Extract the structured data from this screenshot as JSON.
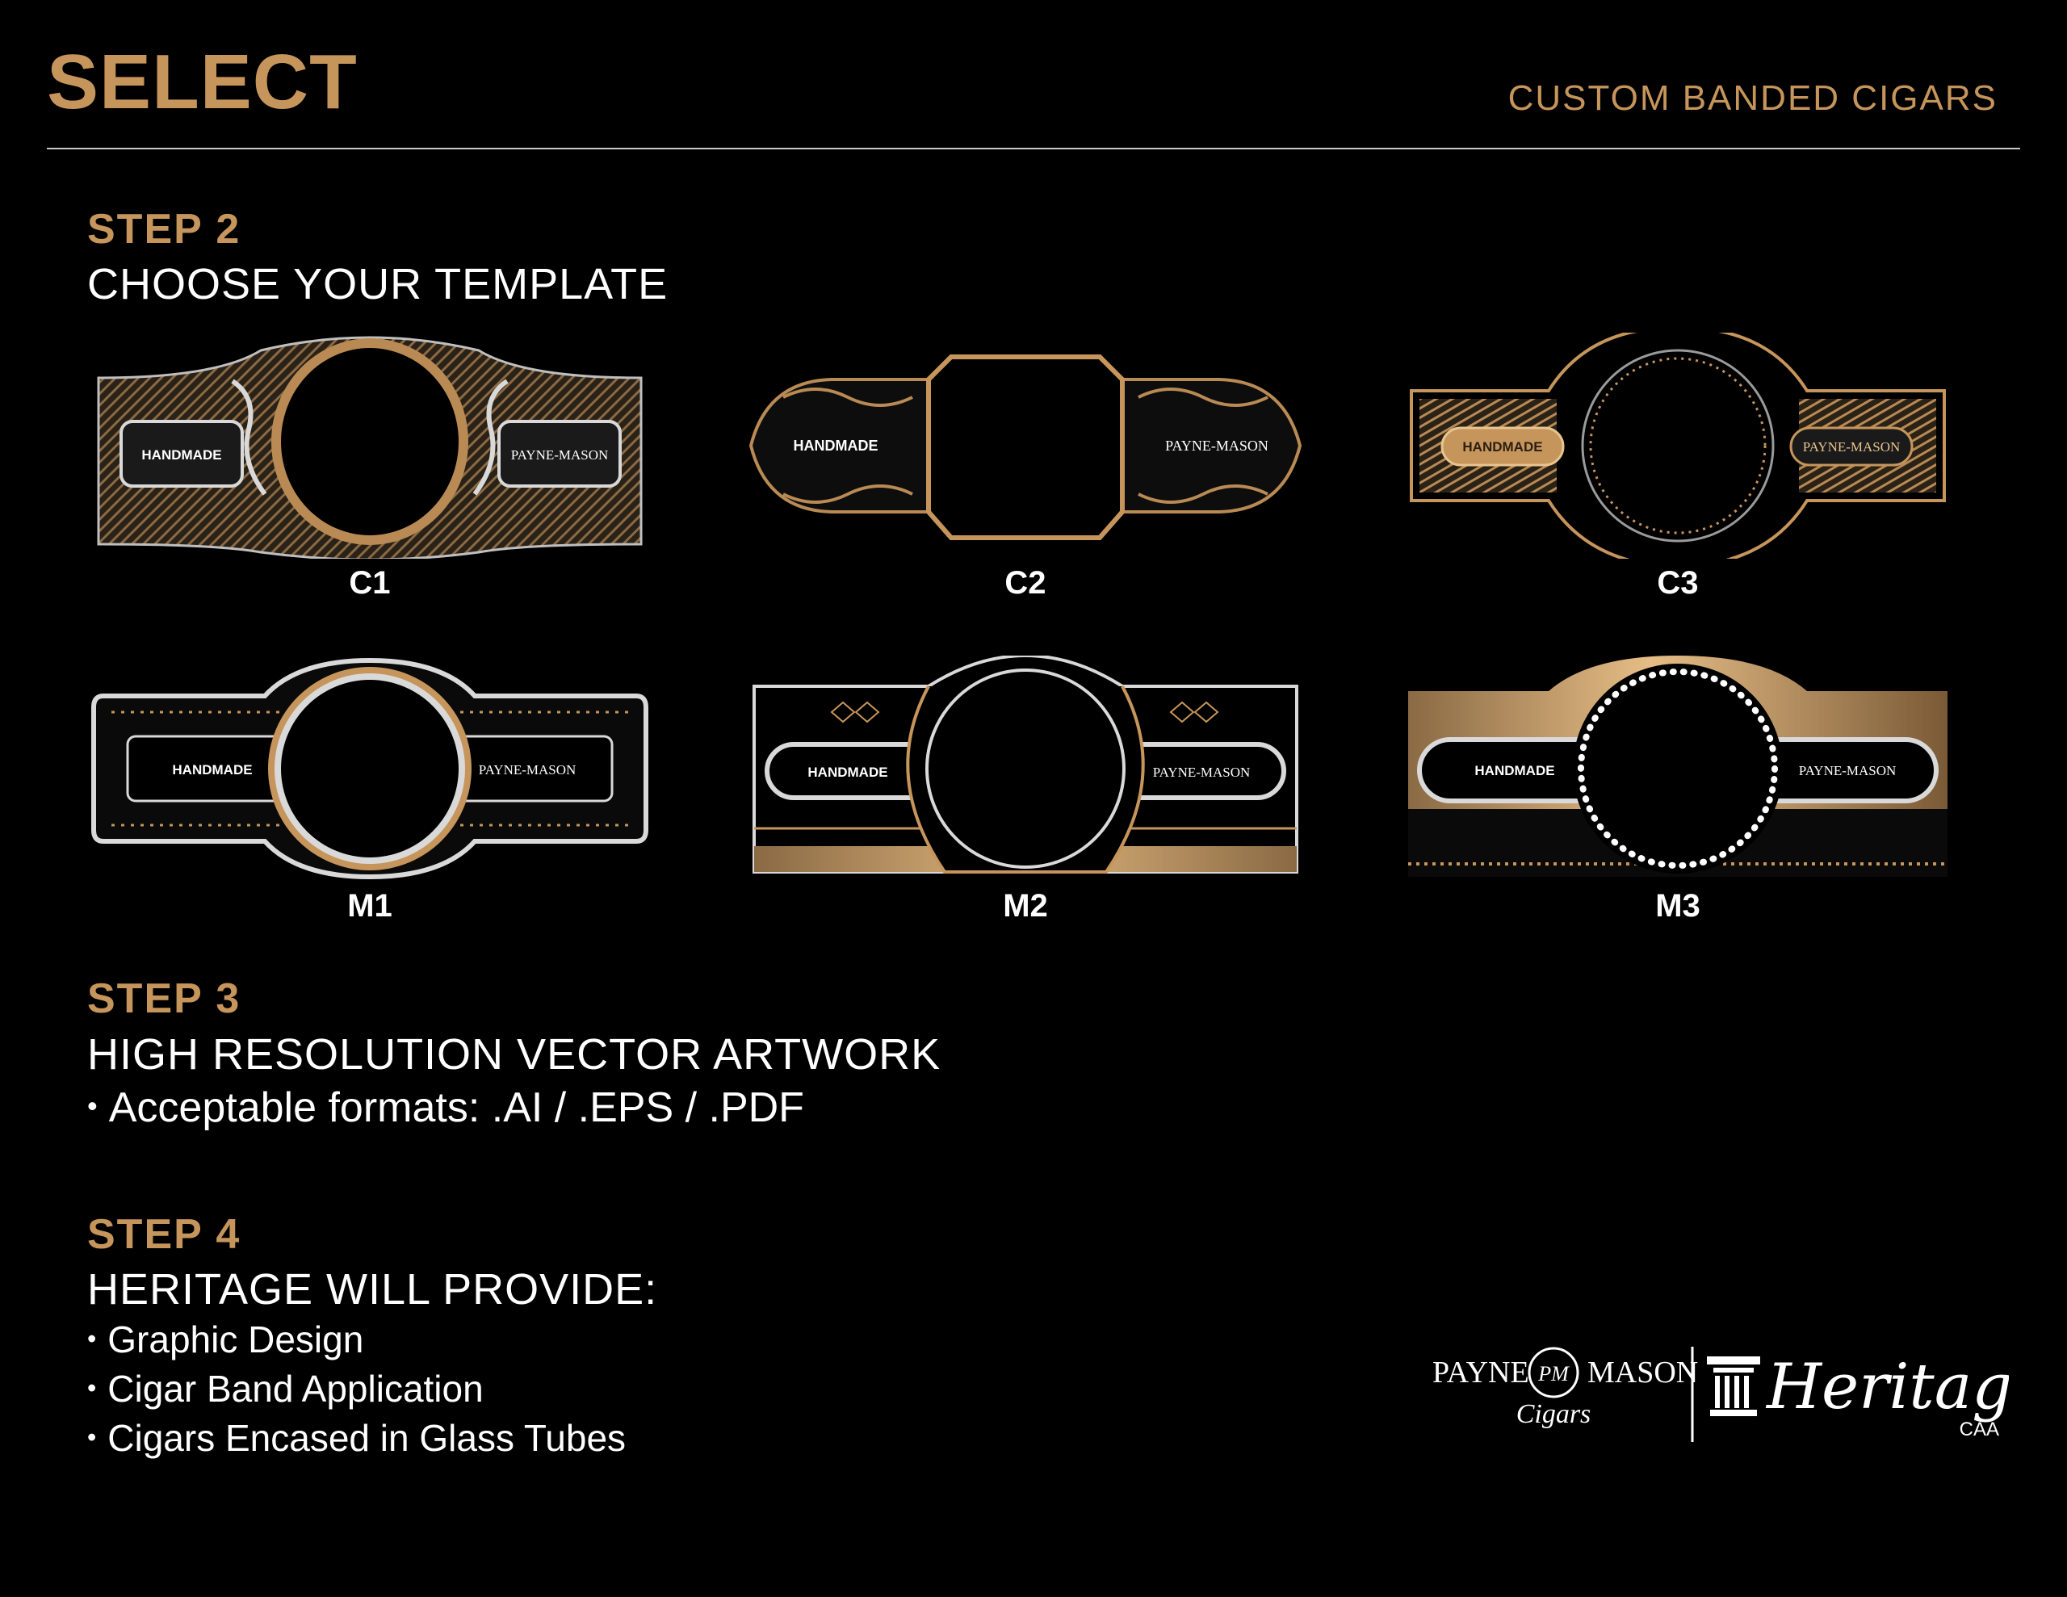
{
  "header": {
    "brand": "SELECT",
    "subtitle": "CUSTOM BANDED CIGARS"
  },
  "step2": {
    "label": "STEP 2",
    "heading": "CHOOSE YOUR TEMPLATE",
    "templates": [
      {
        "code": "C1",
        "left_text": "HANDMADE",
        "right_text": "PAYNE-MASON"
      },
      {
        "code": "C2",
        "left_text": "HANDMADE",
        "right_text": "PAYNE-MASON"
      },
      {
        "code": "C3",
        "left_text": "HANDMADE",
        "right_text": "PAYNE-MASON"
      },
      {
        "code": "M1",
        "left_text": "HANDMADE",
        "right_text": "PAYNE-MASON"
      },
      {
        "code": "M2",
        "left_text": "HANDMADE",
        "right_text": "PAYNE-MASON"
      },
      {
        "code": "M3",
        "left_text": "HANDMADE",
        "right_text": "PAYNE-MASON"
      }
    ]
  },
  "step3": {
    "label": "STEP 3",
    "heading": "HIGH RESOLUTION VECTOR ARTWORK",
    "items": [
      "Acceptable formats: .AI / .EPS / .PDF"
    ]
  },
  "step4": {
    "label": "STEP 4",
    "heading": "HERITAGE WILL PROVIDE:",
    "items": [
      "Graphic Design",
      "Cigar Band Application",
      "Cigars Encased in Glass Tubes"
    ]
  },
  "footer": {
    "logo_left_name_1": "PAYNE",
    "logo_left_name_2": "MASON",
    "logo_left_monogram": "PM",
    "logo_left_script": "Cigars",
    "logo_right_script": "Heritage",
    "logo_right_sub": "CAA"
  },
  "colors": {
    "background": "#000000",
    "gold": "#c6955b",
    "silver": "#c9c9c9",
    "text": "#ffffff"
  }
}
